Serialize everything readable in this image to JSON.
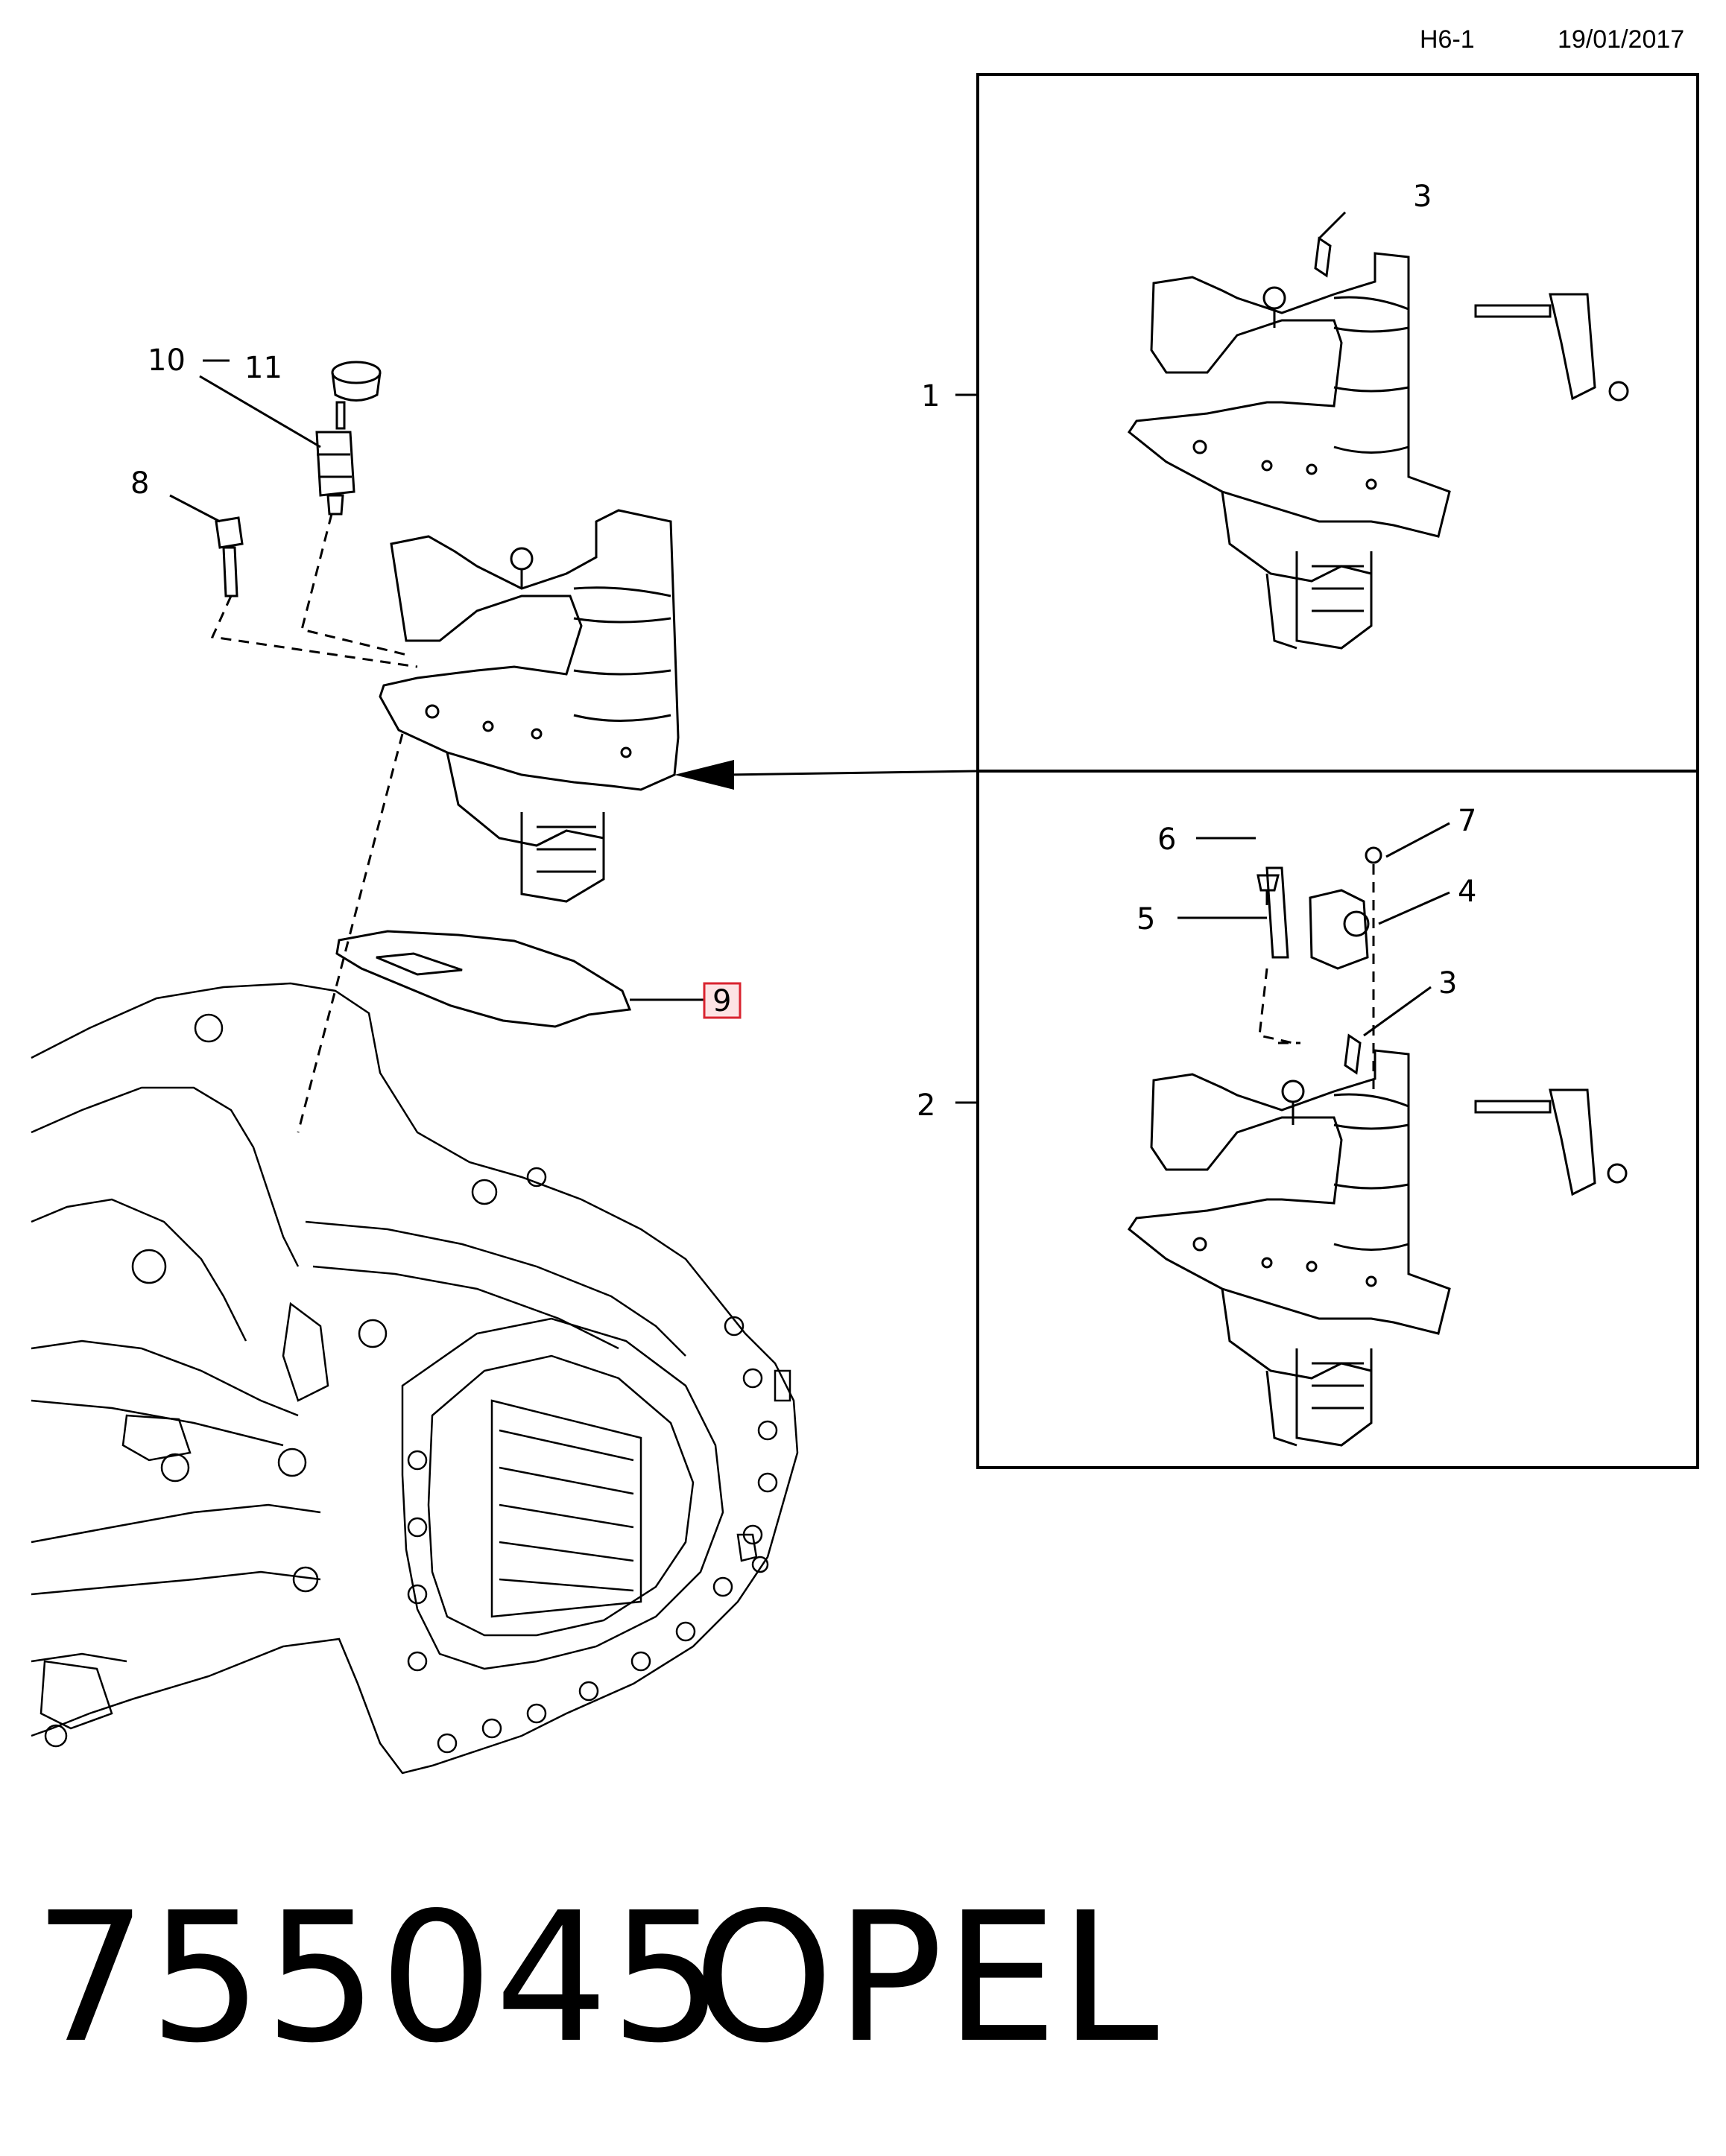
{
  "header": {
    "ref": "H6-1",
    "date": "19/01/2017"
  },
  "views": {
    "view_1_label": "1",
    "view_2_label": "2"
  },
  "callouts": {
    "c1": "1",
    "c2": "2",
    "c3a": "3",
    "c3b": "3",
    "c4": "4",
    "c5": "5",
    "c6": "6",
    "c7": "7",
    "c8": "8",
    "c9": "9",
    "c10": "10",
    "c11": "11"
  },
  "highlight_color": "#d9232f",
  "footer": {
    "part_number": "755045",
    "brand": "OPEL"
  }
}
